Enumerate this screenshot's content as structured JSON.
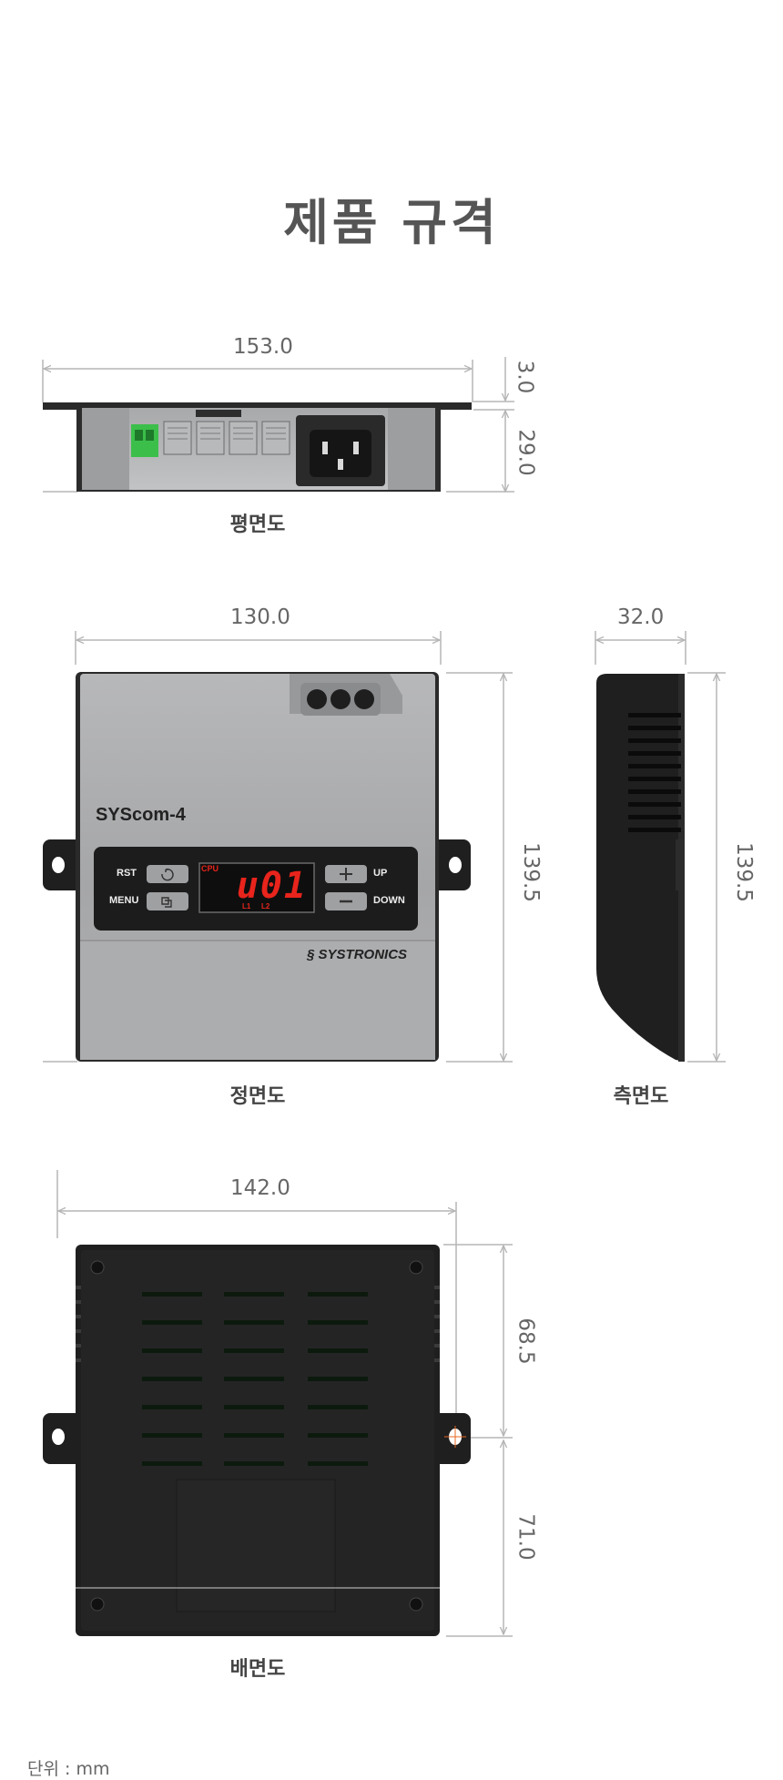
{
  "title": "제품 규격",
  "unit_label": "단위 : mm",
  "views": {
    "top": {
      "caption": "평면도",
      "width": "153.0",
      "height_small": "3.0",
      "height_main": "29.0"
    },
    "front": {
      "caption": "정면도",
      "width": "130.0",
      "height": "139.5",
      "model": "SYScom-4",
      "brand": "SYSTRONICS",
      "display": "u01"
    },
    "side": {
      "caption": "측면도",
      "width": "32.0",
      "height": "139.5"
    },
    "back": {
      "caption": "배면도",
      "width": "142.0",
      "height_top": "68.5",
      "height_bottom": "71.0"
    }
  },
  "panel": {
    "btn_rst": "RST",
    "btn_menu": "MENU",
    "btn_up": "UP",
    "btn_down": "DOWN",
    "cpu": "CPU",
    "l1": "L1",
    "l2": "L2"
  },
  "colors": {
    "body_gray": "#a9aaac",
    "dark": "#1f1f20",
    "display_red": "#e8241c",
    "terminal_green": "#3bbf4a"
  }
}
